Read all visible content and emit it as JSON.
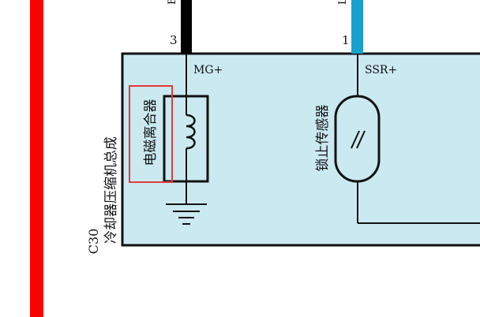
{
  "component": {
    "code": "C30",
    "name": "冷却器压缩机总成",
    "fill_color": "#cbe9f1"
  },
  "clutch": {
    "name": "电磁离合器",
    "pin_label": "MG+",
    "pin_number": "3",
    "wire_color_code": "B",
    "wire_color": "#000000",
    "highlight_color": "#e03c3c"
  },
  "sensor": {
    "name": "锁止传感器",
    "pin_label": "SSR+",
    "pin_number": "1",
    "wire_color_code": "L",
    "wire_color": "#1aa0cf"
  },
  "power_wire_color": "#ff0000",
  "icons": [
    "coil-icon",
    "ground-icon",
    "switch-icon"
  ]
}
